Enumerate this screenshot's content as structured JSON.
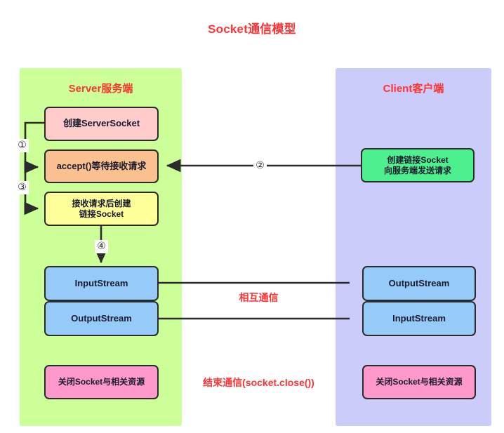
{
  "title": "Socket通信模型",
  "colors": {
    "title_red": "#ff3333",
    "server_panel": "#cdff98",
    "client_panel": "#ccccfa",
    "create_server_socket": "#ffcccc",
    "accept": "#fac090",
    "link_socket": "#ffff99",
    "stream": "#95caf9",
    "close": "#ff99cc",
    "client_create": "#4df08e",
    "line": "#2b2b2b"
  },
  "server": {
    "title": "Server服务端",
    "nodes": [
      {
        "label": "创建ServerSocket"
      },
      {
        "label": "accept()等待接收请求"
      },
      {
        "label_line1": "接收请求后创建",
        "label_line2": "链接Socket"
      },
      {
        "label": "InputStream"
      },
      {
        "label": "OutputStream"
      },
      {
        "label": "关闭Socket与相关资源"
      }
    ]
  },
  "client": {
    "title": "Client客户端",
    "nodes": [
      {
        "label_line1": "创建链接Socket",
        "label_line2": "向服务端发送请求"
      },
      {
        "label": "OutputStream"
      },
      {
        "label": "InputStream"
      },
      {
        "label": "关闭Socket与相关资源"
      }
    ]
  },
  "center_labels": {
    "mutual": "相互通信",
    "close": "结束通信(socket.close())"
  },
  "markers": {
    "one": "①",
    "two": "②",
    "three": "③",
    "four": "④"
  },
  "chart_data": {
    "type": "diagram",
    "title": "Socket通信模型",
    "lanes": [
      {
        "name": "Server服务端",
        "steps": [
          "创建ServerSocket",
          "accept()等待接收请求",
          "接收请求后创建链接Socket",
          "InputStream",
          "OutputStream",
          "关闭Socket与相关资源"
        ]
      },
      {
        "name": "Client客户端",
        "steps": [
          "创建链接Socket向服务端发送请求",
          "OutputStream",
          "InputStream",
          "关闭Socket与相关资源"
        ]
      }
    ],
    "edges": [
      {
        "marker": "①",
        "from": "创建ServerSocket",
        "to": "accept()等待接收请求"
      },
      {
        "marker": "②",
        "from": "创建链接Socket向服务端发送请求",
        "to": "accept()等待接收请求"
      },
      {
        "marker": "③",
        "from": "accept()等待接收请求",
        "to": "接收请求后创建链接Socket"
      },
      {
        "marker": "④",
        "from": "接收请求后创建链接Socket",
        "to": "InputStream"
      },
      {
        "marker": "",
        "from": "InputStream (Server)",
        "to": "OutputStream (Client)",
        "label": "相互通信"
      },
      {
        "marker": "",
        "from": "OutputStream (Server)",
        "to": "InputStream (Client)",
        "label": "相互通信"
      }
    ],
    "annotations": [
      "相互通信",
      "结束通信(socket.close())"
    ]
  }
}
